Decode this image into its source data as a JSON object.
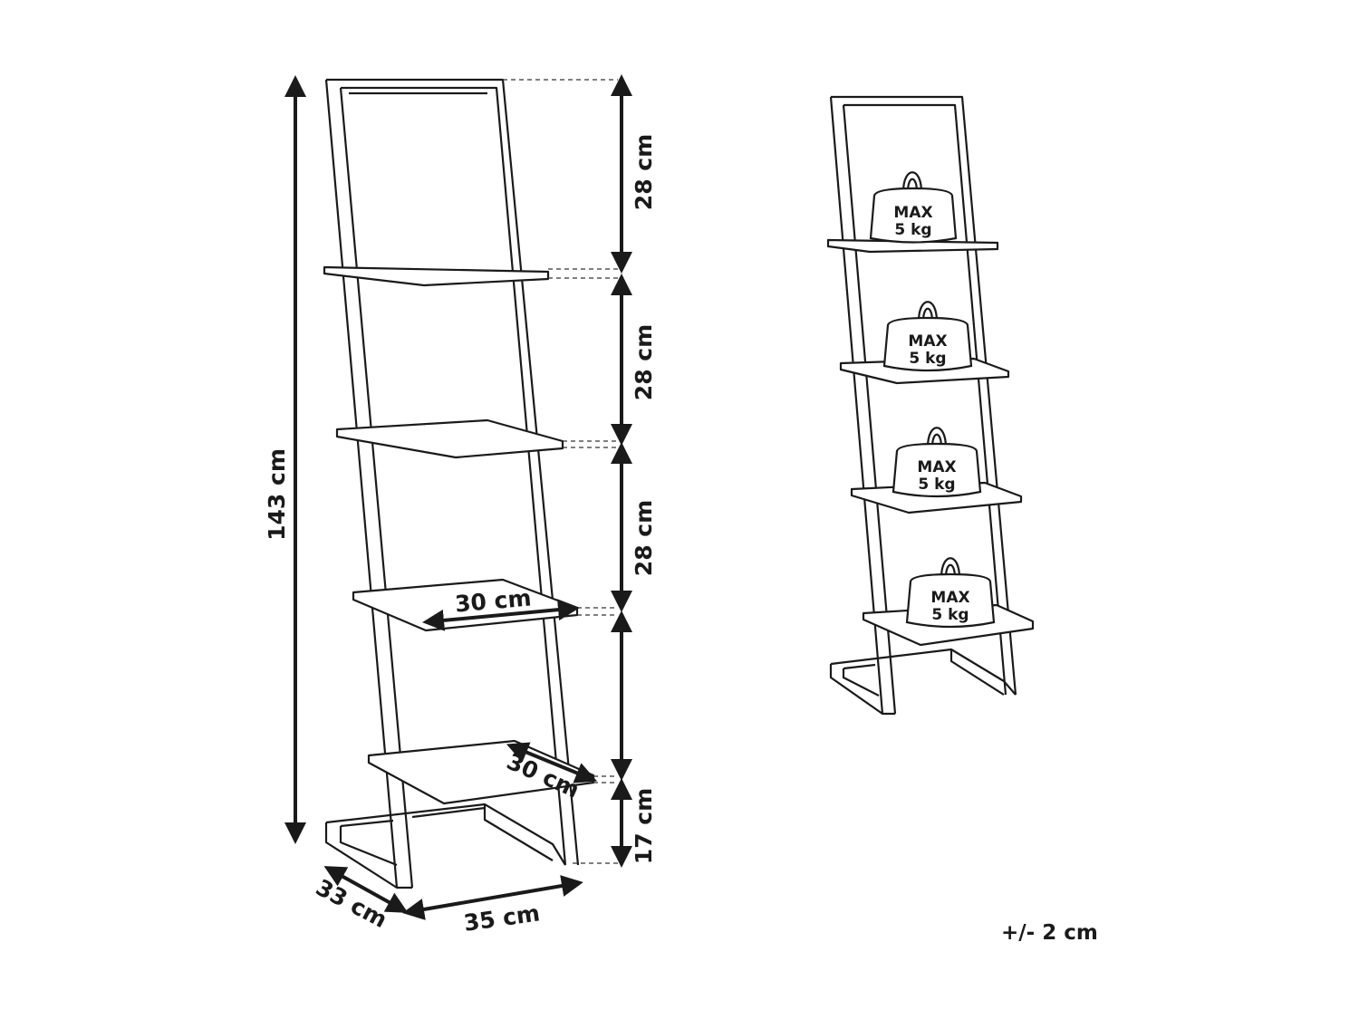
{
  "dimensions": {
    "total_height": "143 cm",
    "section_1": "28 cm",
    "section_2": "28 cm",
    "section_3": "28 cm",
    "base_height": "17 cm",
    "shelf_width": "30 cm",
    "shelf_depth": "30 cm",
    "base_depth": "33 cm",
    "base_width": "35 cm"
  },
  "weights": [
    {
      "line1": "MAX",
      "line2": "5 kg"
    },
    {
      "line1": "MAX",
      "line2": "5 kg"
    },
    {
      "line1": "MAX",
      "line2": "5 kg"
    },
    {
      "line1": "MAX",
      "line2": "5 kg"
    }
  ],
  "tolerance": "+/- 2 cm"
}
